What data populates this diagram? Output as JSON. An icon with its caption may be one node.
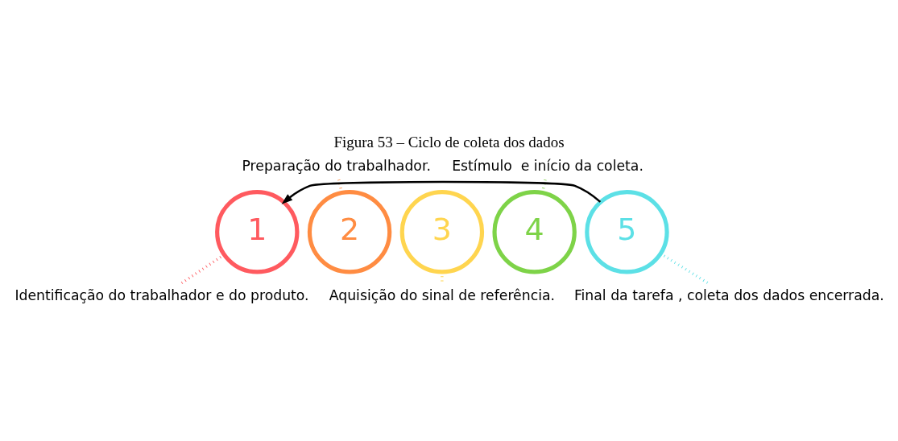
{
  "diagram": {
    "title": "Figura 53 – Ciclo de coleta dos dados",
    "nodes": [
      {
        "text": [
          "1"
        ],
        "beside": [
          "Identificação do trabalhador e do produto."
        ]
      },
      {
        "text": [
          "2"
        ],
        "beside": [
          "Preparação do trabalhador."
        ]
      },
      {
        "text": [
          "3"
        ],
        "beside": [
          "Aquisição do sinal de referência."
        ]
      },
      {
        "text": [
          "4"
        ],
        "beside": [
          "Estímulo  e início da coleta."
        ]
      },
      {
        "text": [
          "5"
        ],
        "beside": [
          "Final da tarefa , coleta dos dados encerrada."
        ]
      }
    ],
    "edges": [
      {
        "from": 4,
        "to": 0,
        "arrow": "to"
      }
    ]
  }
}
